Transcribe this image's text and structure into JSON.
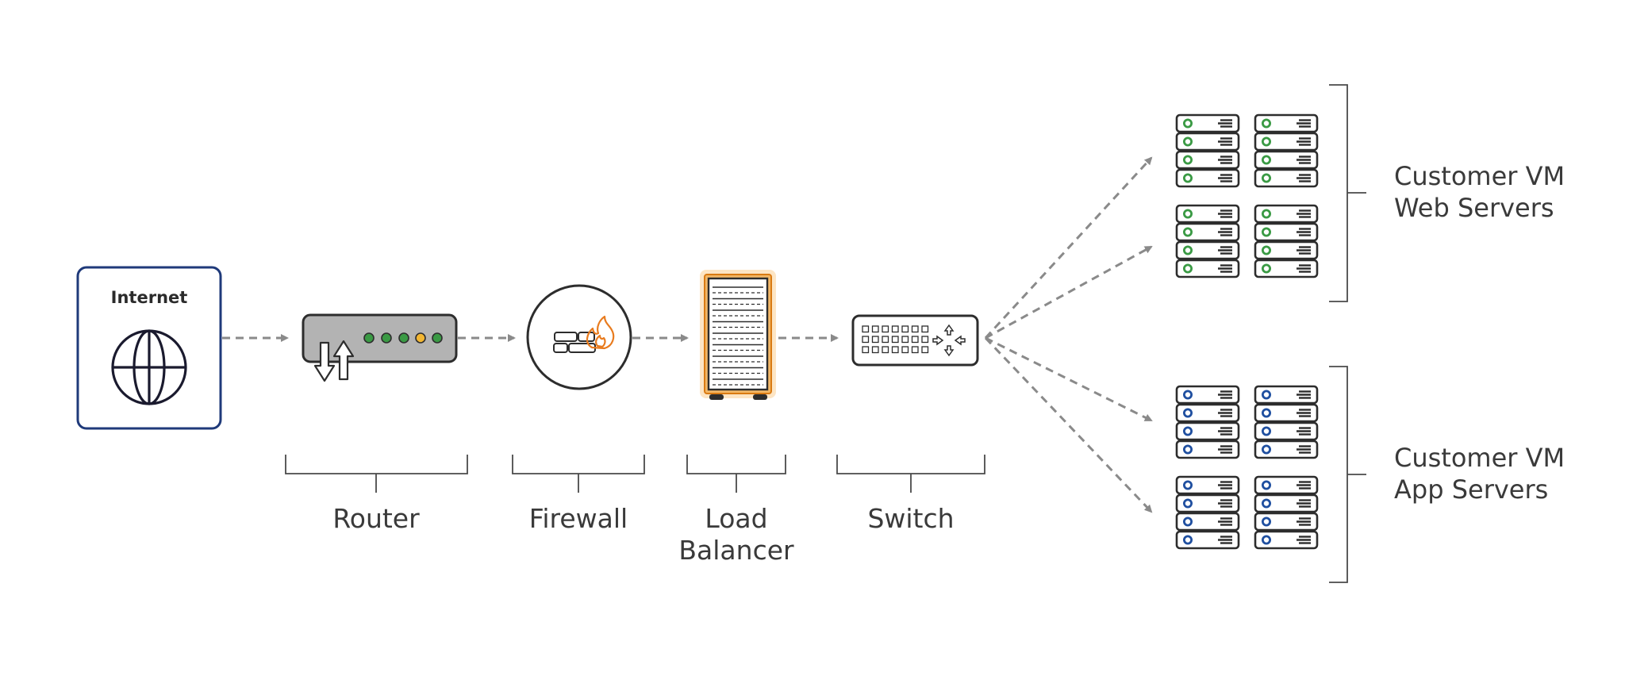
{
  "colors": {
    "connector": "#8a8a8a",
    "internet_border": "#1f3a7a",
    "router_body": "#b3b3b3",
    "led_green": "#3a9a44",
    "led_yellow": "#f2b632",
    "flame": "#e87b1e",
    "load_balancer_glow": "#fde5c4",
    "load_balancer_frame": "#d97a12",
    "web_server_led": "#3a9a44",
    "app_server_led": "#1f4fa0",
    "label_text": "#3a3a3a"
  },
  "nodes": {
    "internet": {
      "title": "Internet",
      "icon": "globe-icon"
    },
    "router": {
      "label": "Router",
      "icon": "router-icon"
    },
    "firewall": {
      "label": "Firewall",
      "icon": "firewall-icon"
    },
    "load_balancer": {
      "label_line1": "Load",
      "label_line2": "Balancer",
      "icon": "load-balancer-icon"
    },
    "switch": {
      "label": "Switch",
      "icon": "switch-icon"
    }
  },
  "server_groups": {
    "web": {
      "label_line1": "Customer VM",
      "label_line2": "Web Servers",
      "icon": "server-rack-icon"
    },
    "app": {
      "label_line1": "Customer VM",
      "label_line2": "App Servers",
      "icon": "server-rack-icon"
    }
  }
}
